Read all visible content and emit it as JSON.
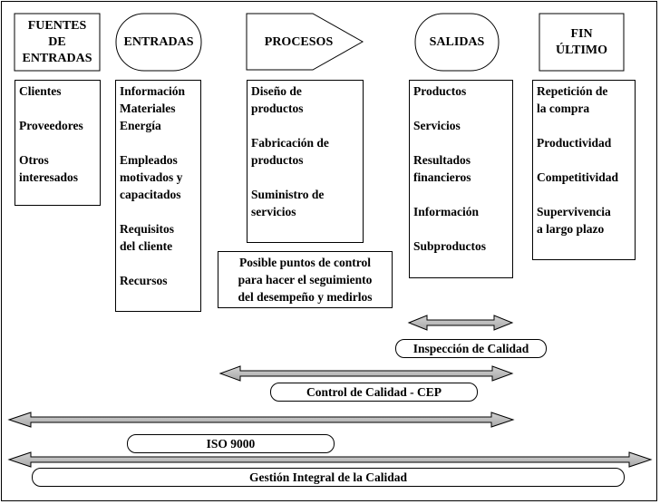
{
  "columns": [
    {
      "header": "FUENTES\nDE\nENTRADAS",
      "items": [
        "Clientes",
        "Proveedores",
        "Otros\ninteresados"
      ]
    },
    {
      "header": "ENTRADAS",
      "items": [
        "Información\nMateriales\nEnergía",
        "Empleados\nmotivados y\ncapacitados",
        "Requisitos\ndel cliente",
        "Recursos"
      ]
    },
    {
      "header": "PROCESOS",
      "items": [
        "Diseño de\nproductos",
        "Fabricación de\nproductos",
        "Suministro de\nservicios"
      ]
    },
    {
      "header": "SALIDAS",
      "items": [
        "Productos",
        "Servicios",
        "Resultados\nfinancieros",
        "Información",
        "Subproductos"
      ]
    },
    {
      "header": "FIN\nÚLTIMO",
      "items": [
        "Repetición de\nla compra",
        "Productividad",
        "Competitividad",
        "Supervivencia\na largo plazo"
      ]
    }
  ],
  "control_note": "Posible puntos de control\npara hacer el seguimiento\ndel desempeño y medirlos",
  "scopes": [
    {
      "label": "Inspección de Calidad"
    },
    {
      "label": "Control de Calidad - CEP"
    },
    {
      "label": "ISO 9000"
    },
    {
      "label": "Gestión Integral de la Calidad"
    }
  ]
}
